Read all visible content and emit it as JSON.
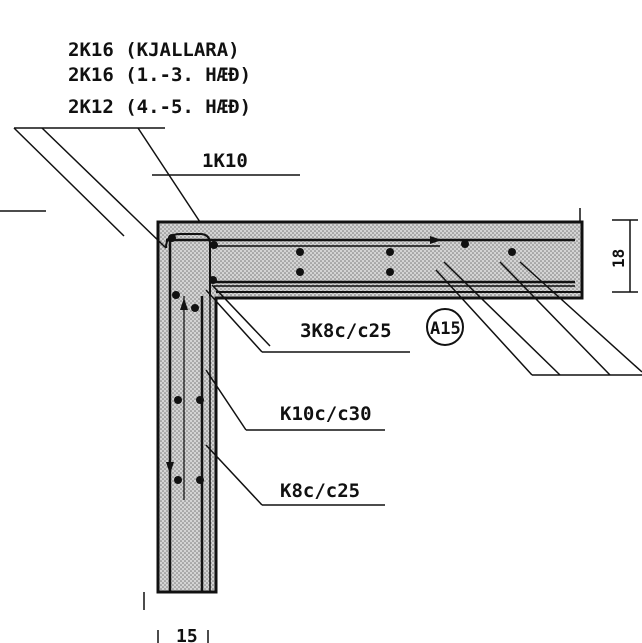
{
  "labels": {
    "beam_line1": "2K16 (KJALLARA)",
    "beam_line2": "2K16 (1.-3. HÆÐ)",
    "beam_line3": "2K12 (4.-5. HÆÐ)",
    "top_bar": "1K10",
    "stirrups_slab": "3K8c/c25",
    "ref_tag": "A15",
    "wall_bars_1": "K10c/c30",
    "wall_bars_2": "K8c/c25",
    "slab_dim": "18",
    "wall_dim": "15"
  },
  "colors": {
    "ink": "#111111",
    "concrete_fill": "#c9c9c9"
  }
}
